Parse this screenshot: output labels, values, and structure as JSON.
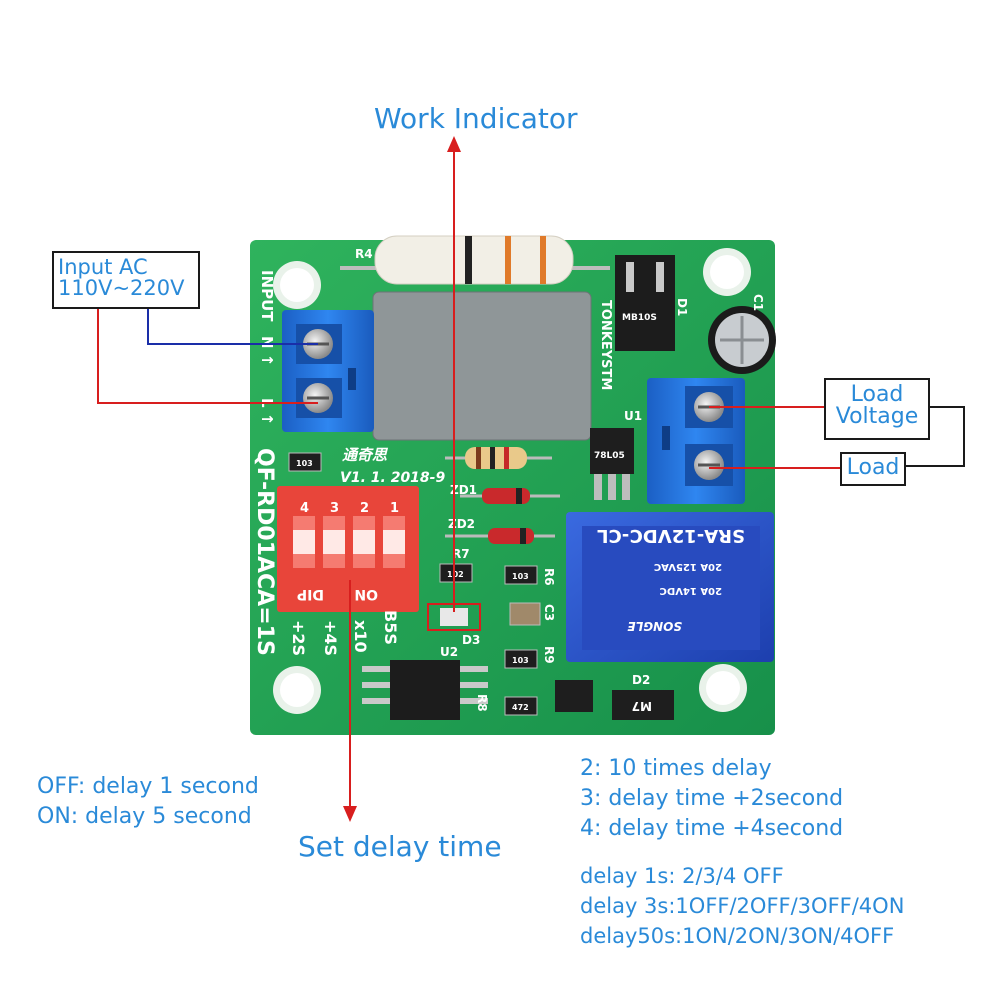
{
  "callouts": {
    "work_indicator": "Work Indicator",
    "input_ac_line1": "Input AC",
    "input_ac_line2": "110V~220V",
    "load_voltage_line1": "Load",
    "load_voltage_line2": "Voltage",
    "load": "Load",
    "set_delay_time": "Set delay time"
  },
  "notes_left": [
    "OFF: delay 1 second",
    "ON: delay 5 second"
  ],
  "notes_right": [
    "2: 10 times delay",
    "3: delay time +2second",
    "4: delay time +4second"
  ],
  "examples_right": [
    "delay 1s: 2/3/4 OFF",
    "delay 3s:1OFF/2OFF/3OFF/4ON",
    "delay50s:1ON/2ON/3ON/4OFF"
  ],
  "board": {
    "silk_input": "INPUT",
    "silk_n": "N ↑",
    "silk_l": "L ↑",
    "silk_brand": "TONKEYSTM",
    "silk_chinese": "通奇思",
    "silk_version": "V1. 1. 2018-9",
    "silk_model": "QF-RD01ACA=1S",
    "silk_plus2s": "+2S",
    "silk_plus4s": "+4S",
    "silk_x10": "x10",
    "silk_b5s": "B5S",
    "dip_on": "ON",
    "dip_dip": "DIP",
    "dip_numbers": [
      "4",
      "3",
      "2",
      "1"
    ],
    "relay_line1": "SRA-12VDC-CL",
    "relay_line2": "20A 125VAC",
    "relay_line3": "20A 14VDC",
    "relay_brand": "SONGLE",
    "bridge_label": "MB10S",
    "reg_label": "78L05",
    "diode_label": "M7",
    "ref_r4": "R4",
    "ref_d1": "D1",
    "ref_c1": "C1",
    "ref_u1": "U1",
    "ref_u2": "U2",
    "ref_zd1": "ZD1",
    "ref_zd2": "ZD2",
    "ref_r7": "R7",
    "ref_r6": "R6",
    "ref_c3": "C3",
    "ref_r9": "R9",
    "ref_d3": "D3",
    "ref_d2": "D2",
    "ref_r8": "R8",
    "smd_103": "103",
    "smd_102": "102",
    "smd_472": "472"
  },
  "colors": {
    "callout_text": "#2a8ad8",
    "pcb_green": "#1f9e4e",
    "terminal_blue": "#1f6fd6",
    "dip_red": "#e8453a",
    "relay_blue": "#2a55c8",
    "arrow_red": "#d81e1e",
    "wire_blue": "#1a2ea8"
  }
}
